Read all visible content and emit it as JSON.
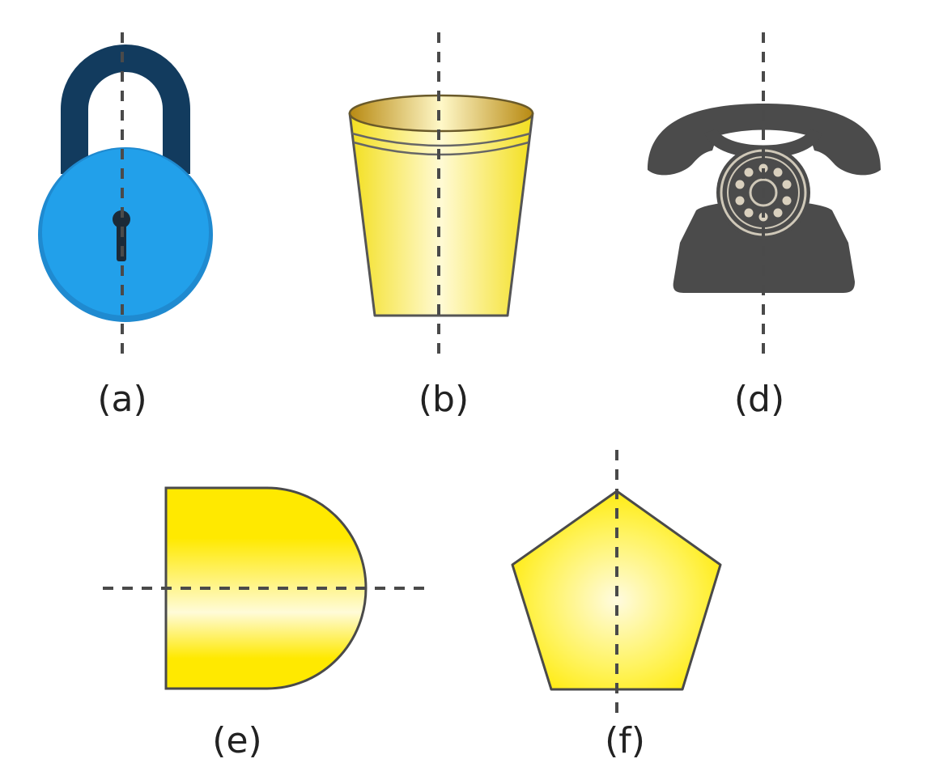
{
  "labels": {
    "a": "(a)",
    "b": "(b)",
    "d": "(d)",
    "e": "(e)",
    "f": "(f)"
  },
  "icons": {
    "a": "padlock-icon",
    "b": "bucket-icon",
    "d": "rotary-telephone-icon",
    "e": "d-shape-icon",
    "f": "pentagon-icon"
  },
  "colors": {
    "axis": "#4a4a4a",
    "lock_body": "#22a0ea",
    "lock_shackle": "#123b5e",
    "yellow": "#ffe900",
    "phone": "#4b4b4b",
    "outline": "#4a4a4a"
  }
}
